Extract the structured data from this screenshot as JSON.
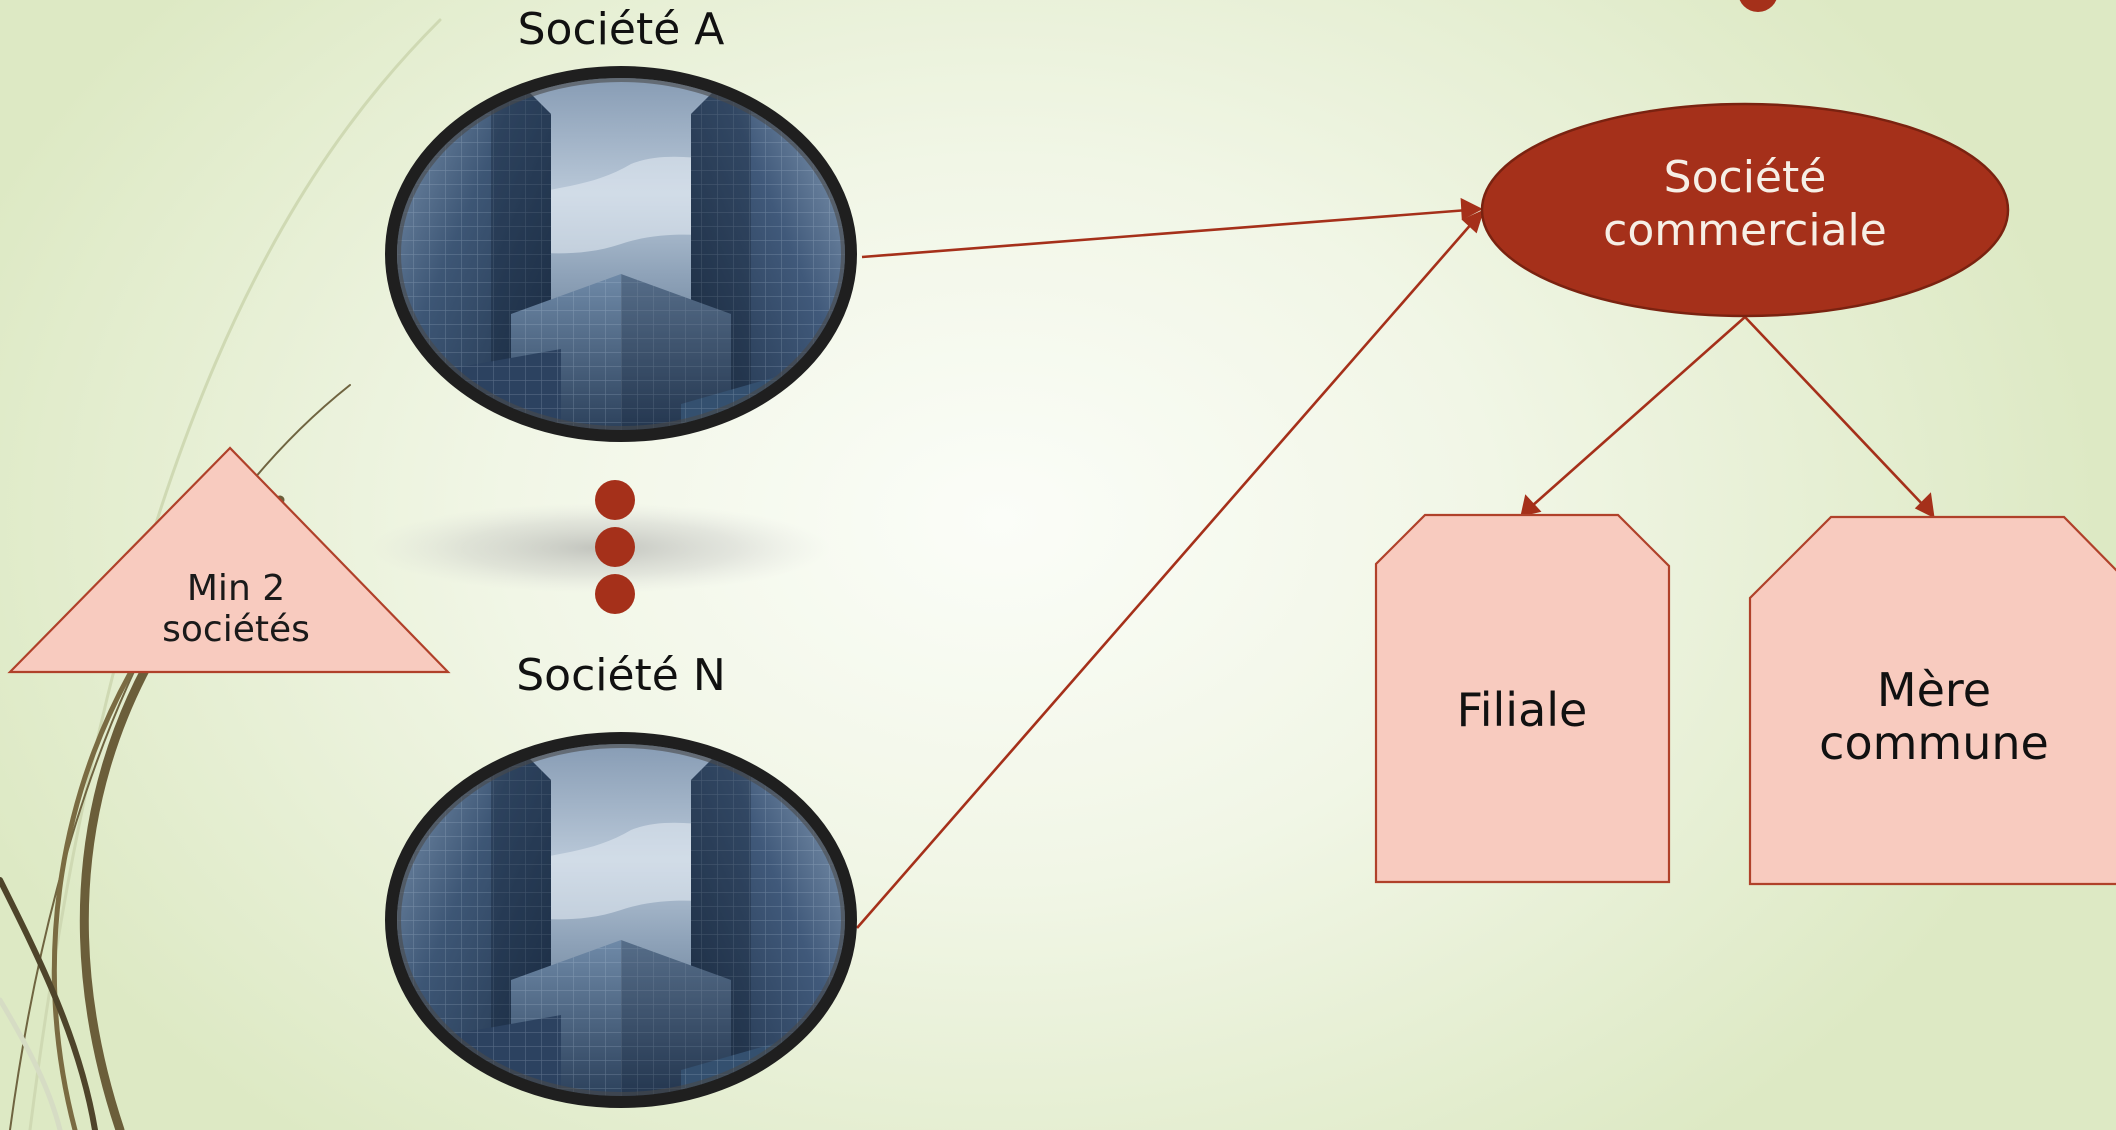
{
  "theme": {
    "accent": "#a5301a",
    "accent_dark": "#7a2210",
    "shape_fill": "#f8cbbf",
    "shape_stroke": "#b0412a",
    "stem_color": "#6b5e3a"
  },
  "companies": {
    "top_label": "Société A",
    "bottom_label": "Société N",
    "photo_icon": "office-building-photo"
  },
  "ellipsis_dots": {
    "count": 3,
    "icon": "dot"
  },
  "triangle": {
    "line1": "Min 2",
    "line2": "sociétés"
  },
  "center_node": {
    "line1": "Société",
    "line2": "commerciale"
  },
  "children": [
    {
      "label": "Filiale"
    },
    {
      "line1": "Mère",
      "line2": "commune"
    }
  ]
}
